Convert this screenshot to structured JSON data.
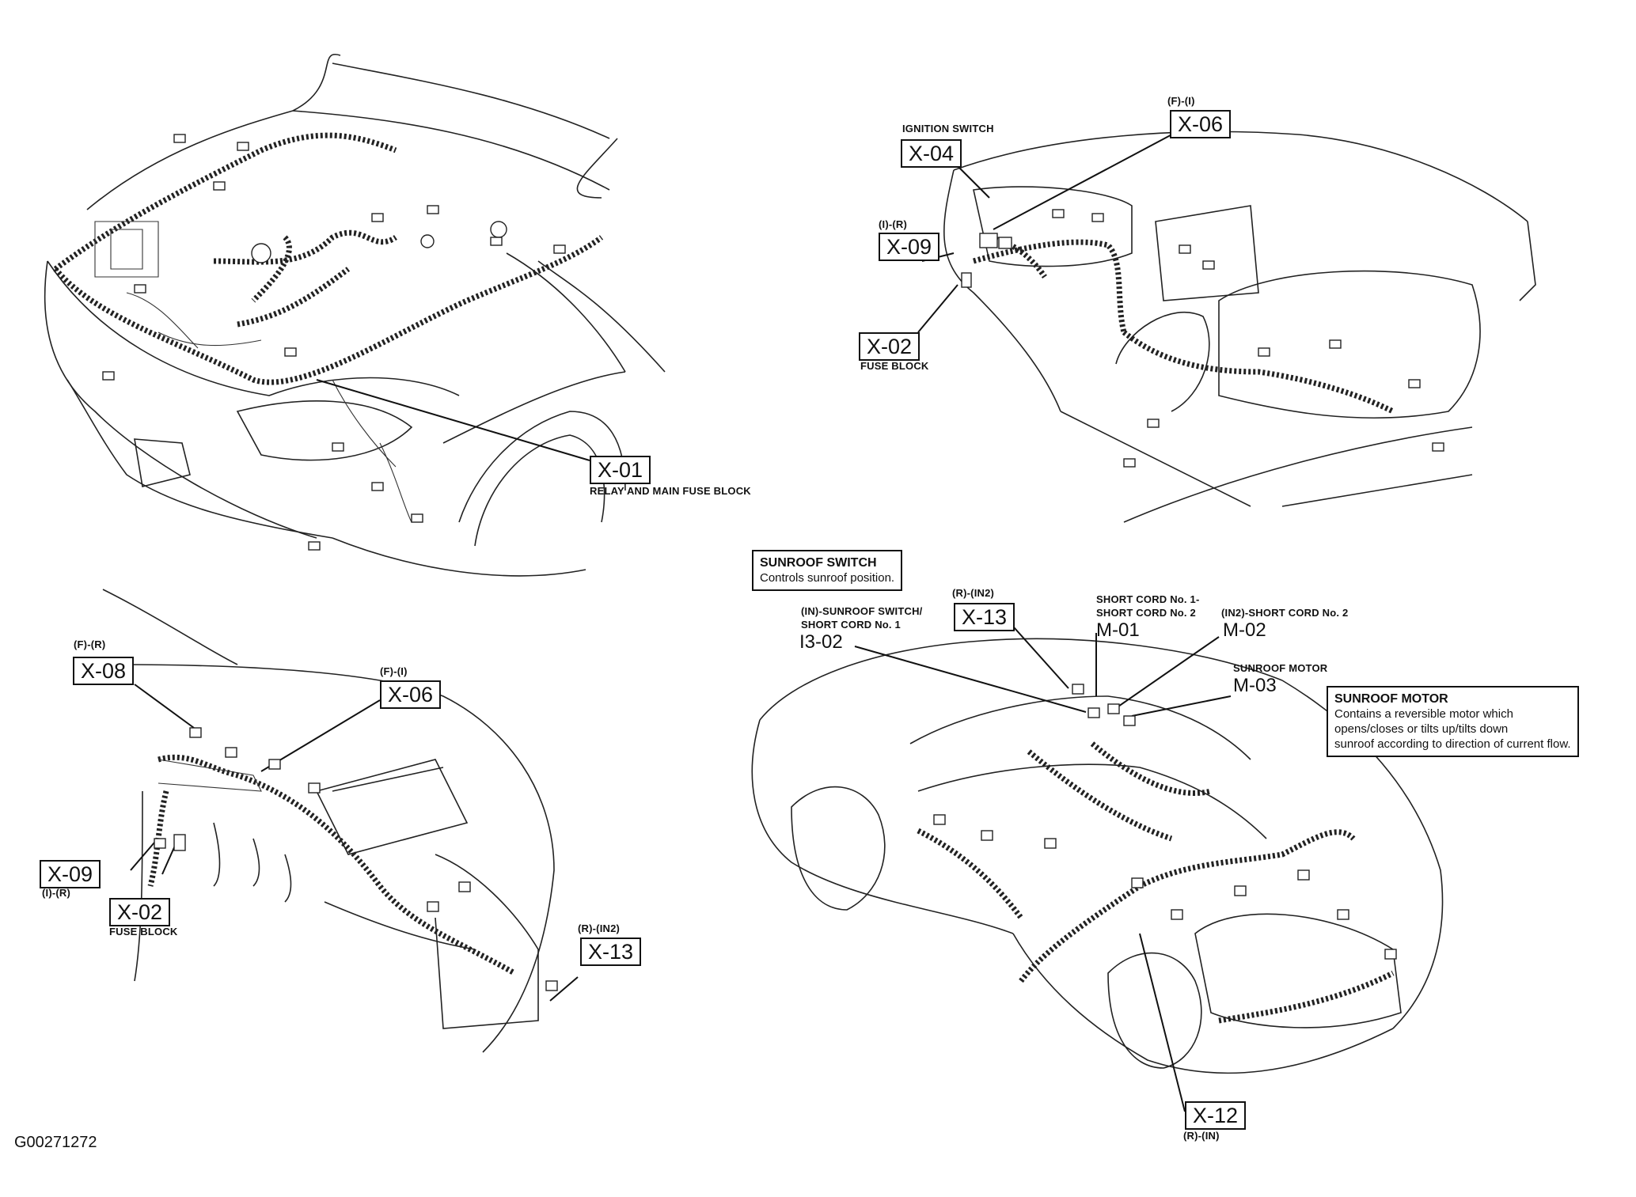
{
  "figure_id": "G00271272",
  "engine_view": {
    "x01": {
      "code": "X-01",
      "desc": "RELAY AND MAIN FUSE BLOCK"
    }
  },
  "dash_view": {
    "x04": {
      "code": "X-04",
      "desc": "IGNITION SWITCH"
    },
    "x06": {
      "code": "X-06",
      "loc": "(F)-(I)"
    },
    "x09": {
      "code": "X-09",
      "loc": "(I)-(R)"
    },
    "x02": {
      "code": "X-02",
      "desc": "FUSE BLOCK"
    }
  },
  "cabin_view": {
    "x08": {
      "code": "X-08",
      "loc": "(F)-(R)"
    },
    "x06": {
      "code": "X-06",
      "loc": "(F)-(I)"
    },
    "x09": {
      "code": "X-09",
      "loc": "(I)-(R)"
    },
    "x02": {
      "code": "X-02",
      "desc": "FUSE BLOCK"
    },
    "x13": {
      "code": "X-13",
      "loc": "(R)-(IN2)"
    }
  },
  "body_view": {
    "sunroof_switch": {
      "title": "SUNROOF SWITCH",
      "text": "Controls sunroof position."
    },
    "x13": {
      "code": "X-13",
      "loc": "(R)-(IN2)"
    },
    "i302": {
      "code": "I3-02",
      "desc_line1": "(IN)-SUNROOF SWITCH/",
      "desc_line2": "SHORT CORD No. 1"
    },
    "m01": {
      "code": "M-01",
      "desc_line1": "SHORT CORD No. 1-",
      "desc_line2": "SHORT CORD No. 2"
    },
    "m02": {
      "code": "M-02",
      "desc": "(IN2)-SHORT CORD No. 2"
    },
    "m03": {
      "code": "M-03",
      "desc": "SUNROOF MOTOR"
    },
    "sunroof_motor": {
      "title": "SUNROOF MOTOR",
      "line1": "Contains a reversible motor which",
      "line2": "opens/closes or tilts up/tilts down",
      "line3": "sunroof according to direction of current flow."
    },
    "x12": {
      "code": "X-12",
      "loc": "(R)-(IN)"
    }
  }
}
